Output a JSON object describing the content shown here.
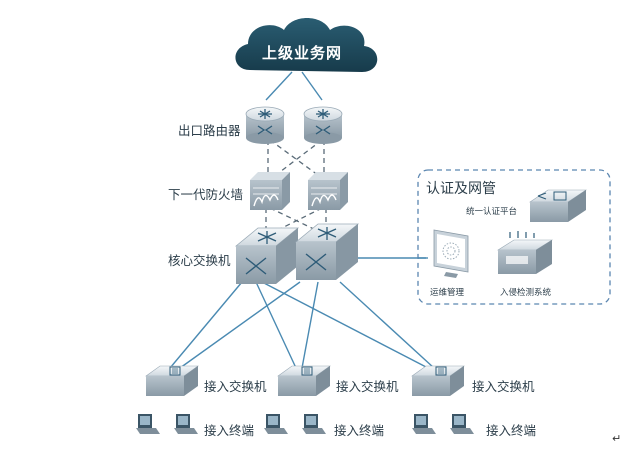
{
  "cloud": {
    "label": "上级业务网",
    "color": "#1f4a5c"
  },
  "labels": {
    "router": "出口路由器",
    "firewall": "下一代防火墙",
    "core": "核心交换机",
    "access_switch": "接入交换机",
    "terminal": "接入终端"
  },
  "panel": {
    "title": "认证及网管",
    "auth_platform": "统一认证平台",
    "ops": "运维管理",
    "ids": "入侵检测系统"
  },
  "colors": {
    "line": "#4a8ab2",
    "dashed": "#5a6b78",
    "device_top": "#e8edf1",
    "device_side": "#9aaab6",
    "panel_border": "#5b86b0"
  },
  "corner_mark": "↵"
}
